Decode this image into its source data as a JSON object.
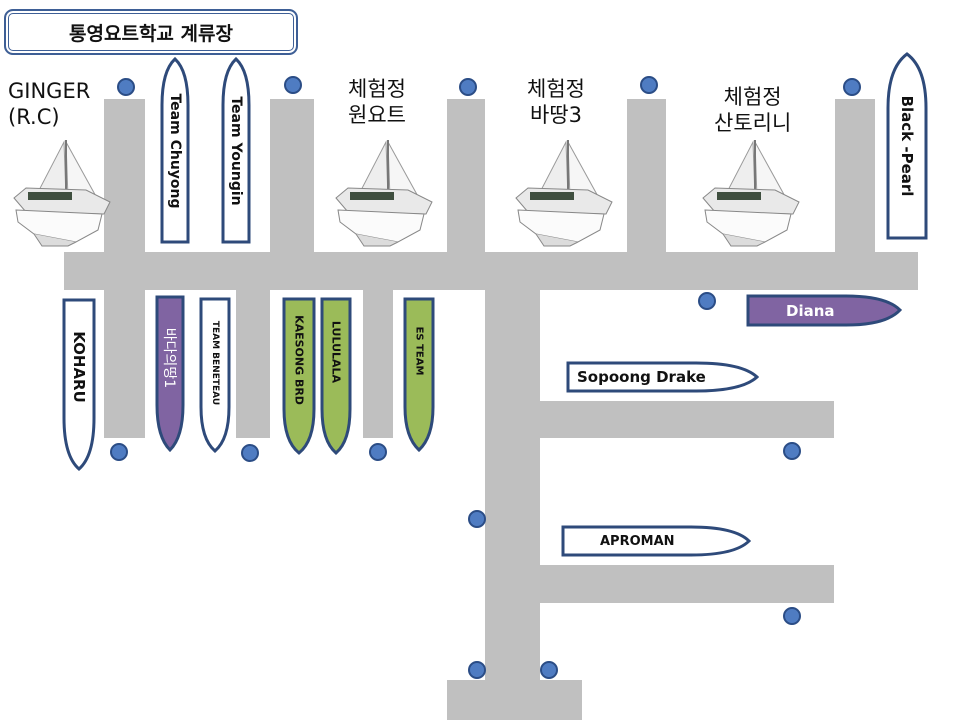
{
  "title": "통영요트학교 계류장",
  "colors": {
    "pier": "#c0c0c0",
    "bollard": "#4f7cc2",
    "purple": "#8064a2",
    "green": "#9bbb59",
    "outline": "#2e4a7a"
  },
  "labels": {
    "ginger_1": "GINGER",
    "ginger_2": "(R.C)",
    "wonyot_1": "체험정",
    "wonyot_2": "원요트",
    "badang_1": "체험정",
    "badang_2": "바땅3",
    "santorini_1": "체험정",
    "santorini_2": "산토리니"
  },
  "boats": {
    "chuyong": "Team Chuyong",
    "youngin": "Team Youngin",
    "black_pearl": "Black -Pearl",
    "koharu": "KOHARU",
    "badaeui_ttang1": "바다의땅1",
    "beneteau": "TEAM BENETEAU",
    "kaesong": "KAESONG BRD",
    "lululala": "LULULALA",
    "es_team": "ES TEAM",
    "diana": "Diana",
    "sopoong": "Sopoong Drake",
    "apromana": "APROMAN"
  },
  "icons": {
    "catamaran": "catamaran-icon",
    "bollard": "bollard-icon"
  }
}
